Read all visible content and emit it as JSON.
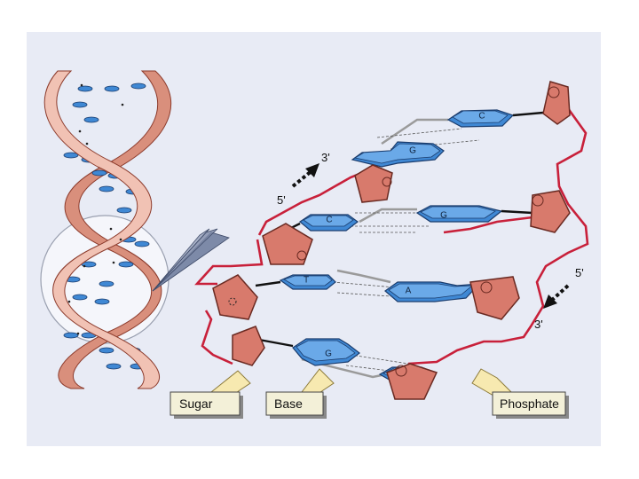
{
  "labels": {
    "sugar": "Sugar",
    "base": "Base",
    "phosphate": "Phosphate"
  },
  "primes": {
    "top_left_3": "3'",
    "top_left_5": "5'",
    "right_5": "5'",
    "right_3": "3'"
  },
  "bases": {
    "c_top": "C",
    "g_upper": "G",
    "c_mid": "C",
    "g_mid": "G",
    "t_low": "T",
    "a_low": "A",
    "g_bottom": "G"
  },
  "colors": {
    "panel": "#e8ebf5",
    "backbone": "#c8203a",
    "sugar": "#d87a6c",
    "base": "#3f88d4",
    "callout": "#f3f0d8"
  },
  "icons": {
    "strand_direction_upper": "dashed-arrow-up-right",
    "strand_direction_lower": "dashed-arrow-down-left",
    "zoom_indicator": "zoom-beam-icon"
  }
}
